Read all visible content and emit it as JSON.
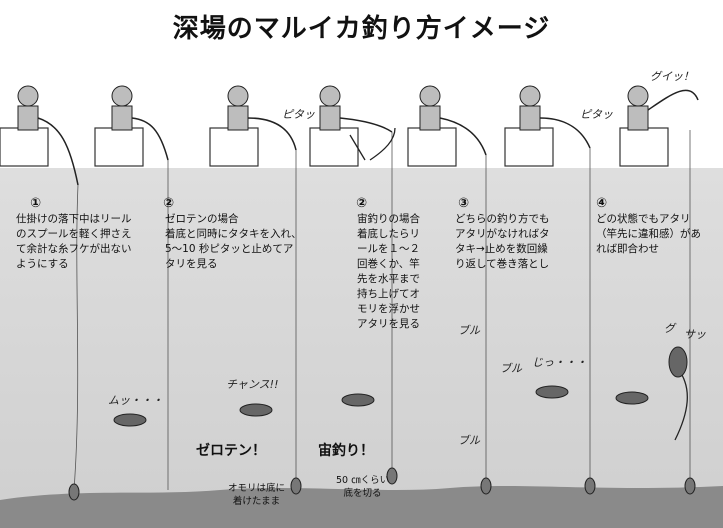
{
  "title": "深場のマルイカ釣り方イメージ",
  "panels": [
    {
      "num": "①",
      "text": "仕掛けの落下中はリール\nのスプールを軽く押さえ\nて余計な糸フケが出ない\nようにする"
    },
    {
      "num": "②",
      "text": "ゼロテンの場合\n着底と同時にタタキを入れ、\n5～10 秒ピタッと止めてア\nタリを見る"
    },
    {
      "num": "②",
      "text": "宙釣りの場合\n着底したらリ\nールを１～２\n回巻くか、竿\n先を水平まで\n持ち上げてオ\nモリを浮かせ\nアタリを見る"
    },
    {
      "num": "③",
      "text": "どちらの釣り方でも\nアタリがなければタ\nタキ→止めを数回繰\nり返して巻き落とし"
    },
    {
      "num": "④",
      "text": "どの状態でもアタリ\n（竿先に違和感）があ\nれば即合わせ"
    }
  ],
  "labels": {
    "zeroten": "ゼロテン！",
    "chuzuri": "宙釣り！",
    "sinker_note": "オモリは底に\n着けたまま",
    "depth_note": "50 ㎝くらい\n底を切る"
  },
  "sfx": {
    "mu": "ムッ・・・",
    "chance": "チャンス!!",
    "ji": "じっ・・・",
    "buru": "ブル",
    "pita": "ピタッ",
    "gui": "グイッ！",
    "gu": "グ",
    "sa": "サッ"
  },
  "colors": {
    "water": "#d6d6d6",
    "seabed": "#8a8a8a",
    "ink": "#111111"
  }
}
